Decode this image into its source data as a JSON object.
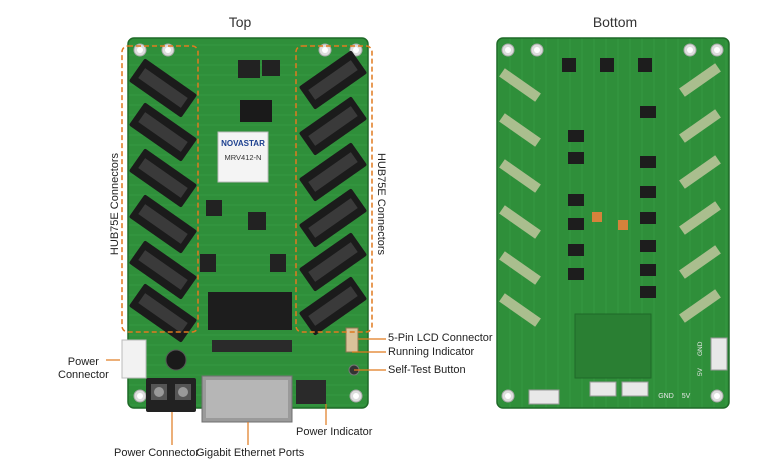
{
  "headings": {
    "top": "Top",
    "bottom": "Bottom"
  },
  "board_top": {
    "brand": "NOVASTAR",
    "model": "MRV412-N"
  },
  "board_bottom": {
    "silk_gnd_5v": "GND 5V",
    "silk_gnd": "GND",
    "silk_5v": "5V",
    "silk_side_5v": "5V",
    "silk_side_gnd": "GND"
  },
  "labels": {
    "hub_left": "HUB75E Connectors",
    "hub_right": "HUB75E Connectors",
    "lcd": "5-Pin LCD Connector",
    "running": "Running Indicator",
    "selftest": "Self-Test Button",
    "power_left_line1": "Power",
    "power_left_line2": "Connector",
    "power_bottom": "Power Connector",
    "ethernet": "Gigabit Ethernet Ports",
    "power_indicator": "Power Indicator"
  },
  "colors": {
    "pcb": "#2f8f3a",
    "pcb_dark": "#23702c",
    "callout": "#e07a1f",
    "connector": "#1b1b1b",
    "chip": "#222222"
  }
}
